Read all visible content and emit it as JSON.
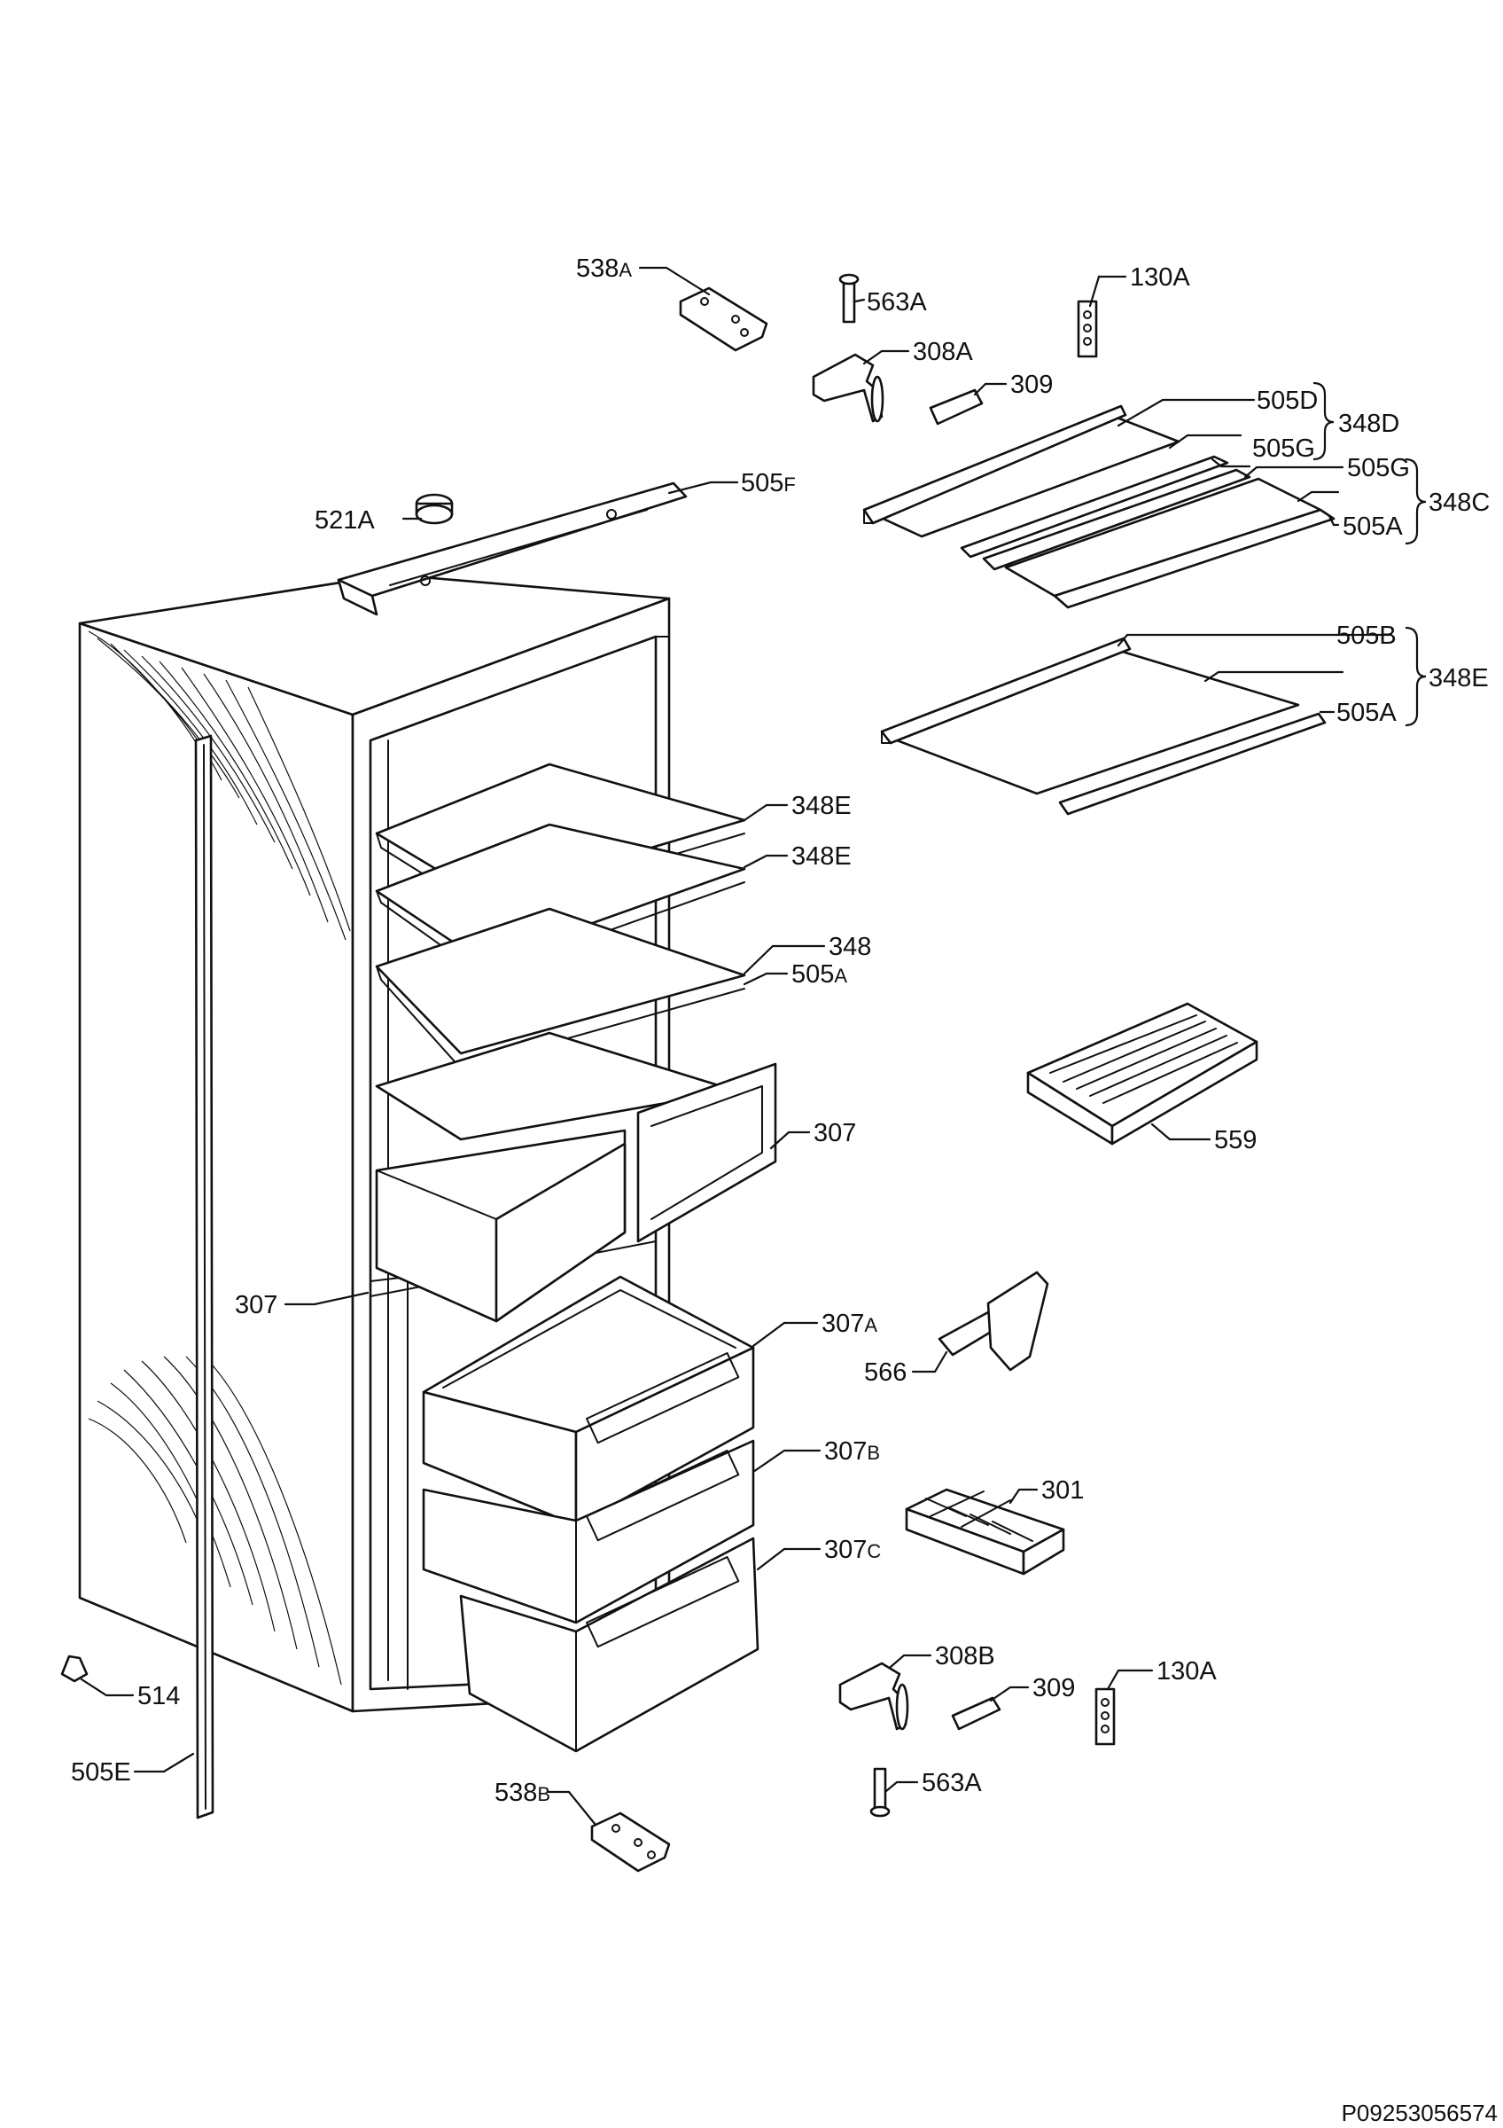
{
  "diagram_ref": "P09253056574",
  "callouts": [
    {
      "id": "c538a",
      "num": "538",
      "suf": "A"
    },
    {
      "id": "c563a_top",
      "num": "563A",
      "suf": ""
    },
    {
      "id": "c130a_top",
      "num": "130A",
      "suf": ""
    },
    {
      "id": "c308a",
      "num": "308A",
      "suf": ""
    },
    {
      "id": "c309_top",
      "num": "309",
      "suf": ""
    },
    {
      "id": "c505d",
      "num": "505D",
      "suf": ""
    },
    {
      "id": "c348d",
      "num": "348D",
      "suf": ""
    },
    {
      "id": "c505g_1",
      "num": "505G",
      "suf": ""
    },
    {
      "id": "c505g_2",
      "num": "505G",
      "suf": ""
    },
    {
      "id": "c348c",
      "num": "348C",
      "suf": ""
    },
    {
      "id": "c505a_1",
      "num": "505A",
      "suf": ""
    },
    {
      "id": "c505f",
      "num": "505",
      "suf": "F"
    },
    {
      "id": "c521a",
      "num": "521A",
      "suf": ""
    },
    {
      "id": "c505b",
      "num": "505B",
      "suf": ""
    },
    {
      "id": "c348e_right",
      "num": "348E",
      "suf": ""
    },
    {
      "id": "c505a_2",
      "num": "505A",
      "suf": ""
    },
    {
      "id": "c348e_1",
      "num": "348E",
      "suf": ""
    },
    {
      "id": "c348e_2",
      "num": "348E",
      "suf": ""
    },
    {
      "id": "c348",
      "num": "348",
      "suf": ""
    },
    {
      "id": "c505a_3",
      "num": "505",
      "suf": "A"
    },
    {
      "id": "c559",
      "num": "559",
      "suf": ""
    },
    {
      "id": "c307_right",
      "num": "307",
      "suf": ""
    },
    {
      "id": "c307_left",
      "num": "307",
      "suf": ""
    },
    {
      "id": "c307a",
      "num": "307",
      "suf": "A"
    },
    {
      "id": "c566",
      "num": "566",
      "suf": ""
    },
    {
      "id": "c307b",
      "num": "307",
      "suf": "B"
    },
    {
      "id": "c301",
      "num": "301",
      "suf": ""
    },
    {
      "id": "c307c",
      "num": "307",
      "suf": "C"
    },
    {
      "id": "c308b",
      "num": "308B",
      "suf": ""
    },
    {
      "id": "c309_bottom",
      "num": "309",
      "suf": ""
    },
    {
      "id": "c130a_bottom",
      "num": "130A",
      "suf": ""
    },
    {
      "id": "c514",
      "num": "514",
      "suf": ""
    },
    {
      "id": "c505e",
      "num": "505E",
      "suf": ""
    },
    {
      "id": "c538b",
      "num": "538",
      "suf": "B"
    },
    {
      "id": "c563a_bottom",
      "num": "563A",
      "suf": ""
    }
  ]
}
